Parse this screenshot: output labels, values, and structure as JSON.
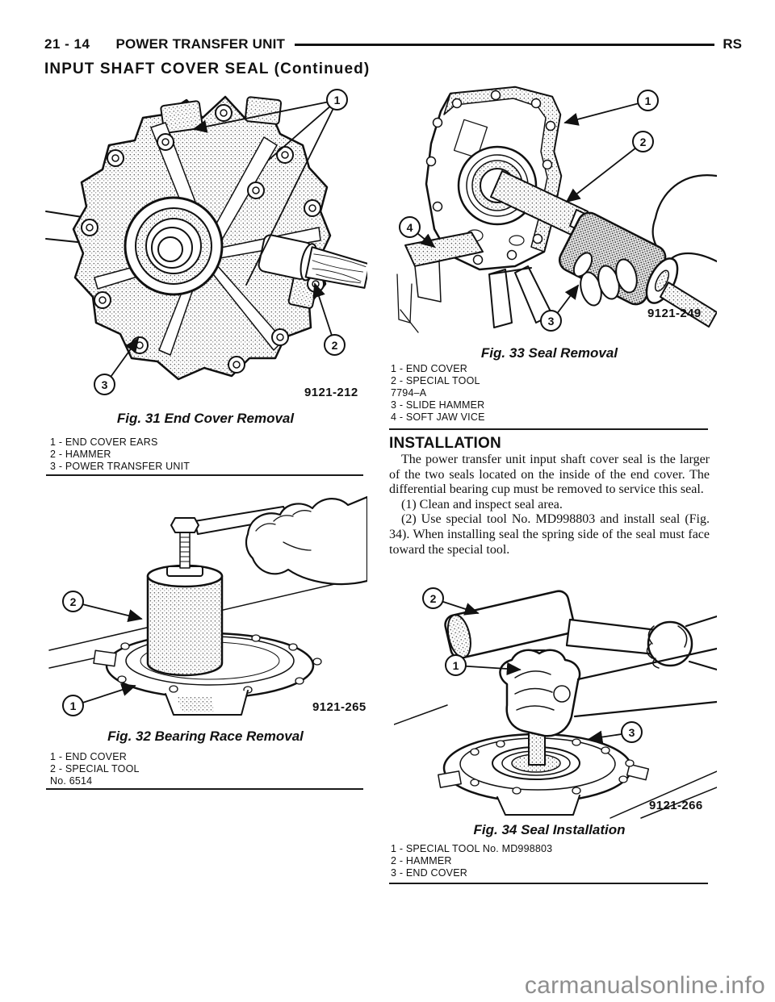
{
  "header": {
    "page_number": "21 - 14",
    "section_title": "POWER TRANSFER UNIT",
    "model_code": "RS",
    "subtitle": "INPUT SHAFT COVER SEAL (Continued)"
  },
  "figures": [
    {
      "caption": "Fig. 31 End Cover Removal",
      "image_id": "9121-212",
      "callouts": [
        "1",
        "2",
        "3"
      ],
      "legend": [
        "1 - END COVER EARS",
        "2 - HAMMER",
        "3 - POWER TRANSFER UNIT"
      ]
    },
    {
      "caption": "Fig. 32 Bearing Race Removal",
      "image_id": "9121-265",
      "callouts": [
        "1",
        "2"
      ],
      "legend": [
        "1 - END COVER",
        "2 - SPECIAL TOOL",
        "No. 6514"
      ]
    },
    {
      "caption": "Fig. 33 Seal Removal",
      "image_id": "9121-249",
      "callouts": [
        "1",
        "2",
        "3",
        "4"
      ],
      "legend": [
        "1 - END COVER",
        "2 - SPECIAL TOOL",
        "7794–A",
        "3 - SLIDE HAMMER",
        "4 - SOFT JAW VICE"
      ]
    },
    {
      "caption": "Fig. 34 Seal Installation",
      "image_id": "9121-266",
      "callouts": [
        "1",
        "2",
        "3"
      ],
      "legend": [
        "1 - SPECIAL TOOL No. MD998803",
        "2 - HAMMER",
        "3 - END COVER"
      ]
    }
  ],
  "installation": {
    "heading": "INSTALLATION",
    "paragraphs": [
      "The power transfer unit input shaft cover seal is the larger of the two seals located on the inside of the end cover. The differential bearing cup must be removed to service this seal.",
      "(1) Clean and inspect seal area.",
      "(2) Use special tool No. MD998803 and install seal (Fig. 34). When installing seal the spring side of the seal must face toward the special tool."
    ]
  },
  "watermark": "carmanualsonline.info"
}
